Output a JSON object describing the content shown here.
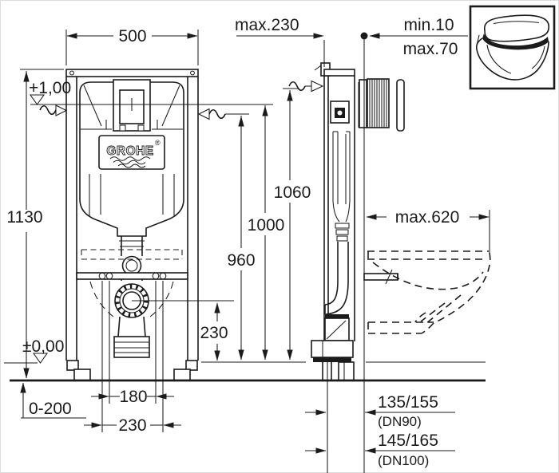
{
  "labels": {
    "frame_width": "500",
    "frame_height": "1130",
    "depth_max": "max.230",
    "finish_min": "min.10",
    "finish_max": "max.70",
    "level_plus": "+1,00",
    "level_zero": "±0,00",
    "h_1060": "1060",
    "h_1000": "1000",
    "h_960": "960",
    "wc_depth": "max.620",
    "outlet_height": "230",
    "adjust_range": "0-200",
    "stud_spacing": "180",
    "anchor_spacing": "230",
    "outlet_dn90": "135/155",
    "outlet_dn90_note": "(DN90)",
    "outlet_dn100": "145/165",
    "outlet_dn100_note": "(DN100)"
  },
  "brand": {
    "logo": "GROHE",
    "registered": "®"
  },
  "icons": {
    "corner_pictogram": "wall-hung-toilet-icon"
  },
  "colors": {
    "line": "#1b1b1b",
    "background": "#ffffff"
  }
}
